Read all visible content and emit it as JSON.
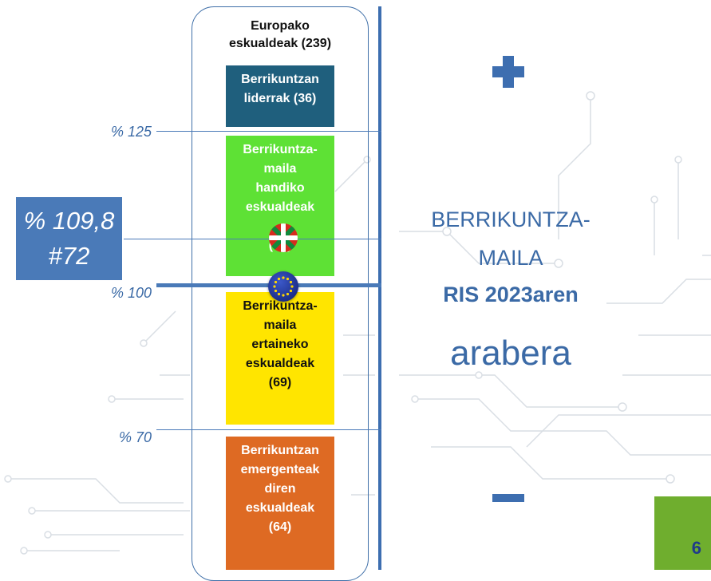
{
  "group": {
    "title": "Europako\neskualdeak (239)"
  },
  "categories": [
    {
      "label": "Berrikuntzan\nliderrak (36)",
      "color": "#1f5f7d"
    },
    {
      "label": "Berrikuntza-\nmaila\nhandiko\neskualdeak\n\n(70)",
      "color": "#5ee135"
    },
    {
      "label": "Berrikuntza-\nmaila\nertaineko\neskualdeak\n(69)",
      "color": "#ffe500"
    },
    {
      "label": "Berrikuntzan\nemergenteak\ndiren\neskualdeak\n(64)",
      "color": "#de6a23"
    }
  ],
  "thresholds": {
    "p125": "% 125",
    "p100": "% 100",
    "p70": "% 70"
  },
  "score": {
    "value": "% 109,8",
    "rank": "#72"
  },
  "title": {
    "line1": "BERRIKUNTZA-",
    "line2": "MAILA",
    "line3": "RIS 2023aren",
    "line4": "arabera"
  },
  "page_number": "6",
  "icons": [
    "plus-icon",
    "minus-icon",
    "basque-flag-icon",
    "eu-flag-icon"
  ],
  "accent_color": "#3d6eb0"
}
